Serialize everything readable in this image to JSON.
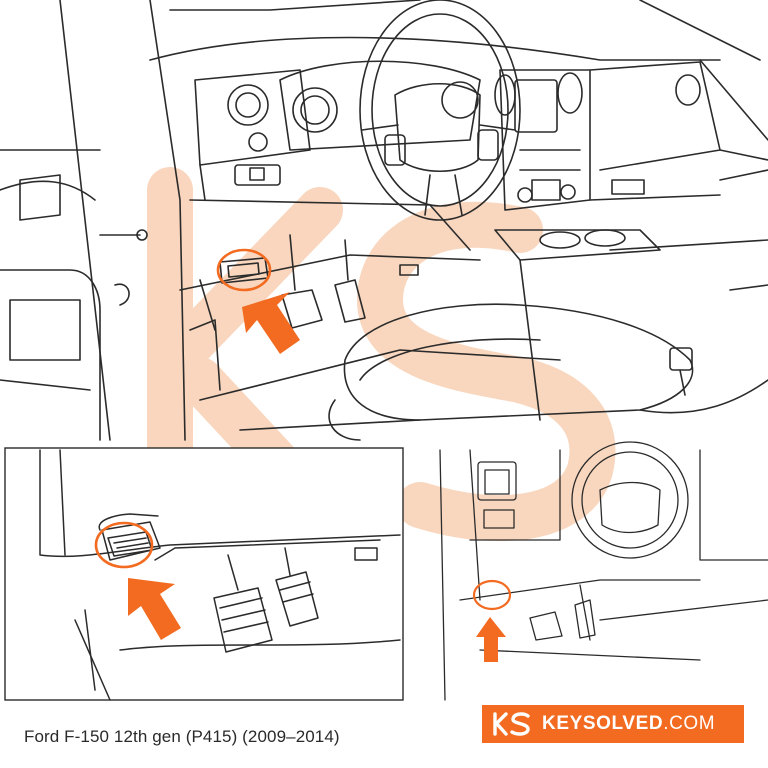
{
  "caption": "Ford F-150 12th gen (P415) (2009–2014)",
  "brand": {
    "name": "KEYSOLVED",
    "suffix": ".COM"
  },
  "icons": {
    "logo": "ks-logo-icon",
    "pointer": "arrow-up-left-icon",
    "highlight": "highlight-ring-icon"
  },
  "colors": {
    "accent": "#f26b21",
    "line": "#2b2b2b",
    "watermark": "#f7c9a8",
    "brand_text": "#ffffff"
  }
}
